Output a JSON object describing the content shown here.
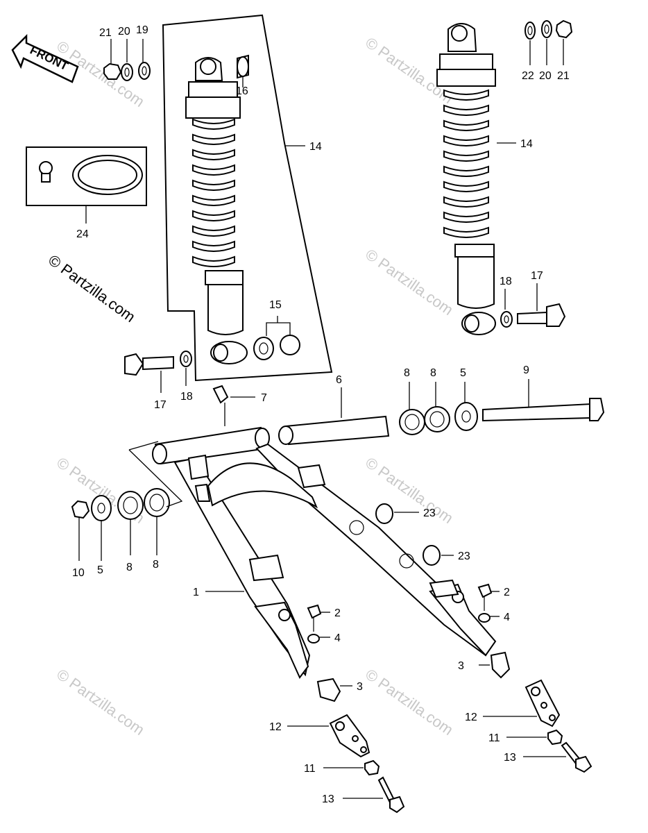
{
  "front_label": "FRONT",
  "watermark": "© Partzilla.com",
  "callouts": {
    "c21a": "21",
    "c20a": "20",
    "c19": "19",
    "c22": "22",
    "c20b": "20",
    "c21b": "21",
    "c16": "16",
    "c14a": "14",
    "c14b": "14",
    "c24": "24",
    "c15": "15",
    "c18a": "18",
    "c17a": "17",
    "c17b": "17",
    "c18b": "18",
    "c7": "7",
    "c6": "6",
    "c8a": "8",
    "c8b": "8",
    "c5a": "5",
    "c9": "9",
    "c10": "10",
    "c5b": "5",
    "c8c": "8",
    "c8d": "8",
    "c23a": "23",
    "c23b": "23",
    "c1": "1",
    "c2a": "2",
    "c4a": "4",
    "c2b": "2",
    "c4b": "4",
    "c3a": "3",
    "c3b": "3",
    "c12a": "12",
    "c12b": "12",
    "c11a": "11",
    "c11b": "11",
    "c13a": "13",
    "c13b": "13"
  }
}
